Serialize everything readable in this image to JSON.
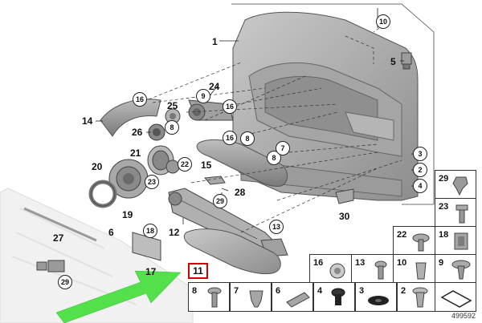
{
  "diagram": {
    "main_labels": {
      "p1": "1",
      "p5": "5",
      "p12": "12",
      "p14": "14",
      "p15": "15",
      "p17": "17",
      "p19": "19",
      "p20": "20",
      "p21": "21",
      "p24": "24",
      "p25": "25",
      "p26": "26",
      "p27": "27",
      "p28": "28",
      "p30": "30",
      "p6": "6",
      "p11": "11"
    },
    "circled_labels": {
      "c10": "10",
      "c16a": "16",
      "c9": "9",
      "c16b": "16",
      "c8a": "8",
      "c8b": "8",
      "c16c": "16",
      "c8c": "8",
      "c7": "7",
      "c22": "22",
      "c23": "23",
      "c29a": "29",
      "c3": "3",
      "c2": "2",
      "c4": "4",
      "c13": "13",
      "c18": "18",
      "c29b": "29"
    },
    "catalog": {
      "row1": [
        "29",
        "23"
      ],
      "row2": [
        "22",
        "18"
      ],
      "row3": [
        "16",
        "13",
        "10",
        "9"
      ],
      "row4": [
        "8",
        "7",
        "6",
        "4",
        "3",
        "2"
      ]
    },
    "reference": "499592"
  }
}
